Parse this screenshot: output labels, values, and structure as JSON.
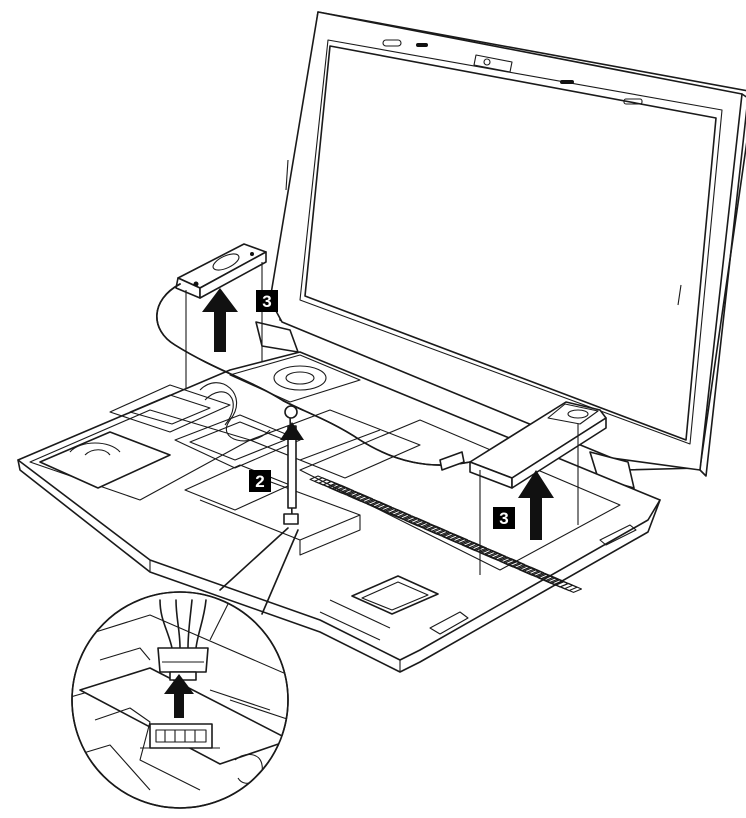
{
  "callouts": {
    "step_2": "2",
    "step_3_left": "3",
    "step_3_right": "3"
  },
  "colors": {
    "line": "#1a1a1a",
    "callout_background": "#000000",
    "callout_text": "#ffffff",
    "background": "#ffffff"
  },
  "icons": [
    "up-arrow-icon",
    "connector-zoom-detail"
  ]
}
